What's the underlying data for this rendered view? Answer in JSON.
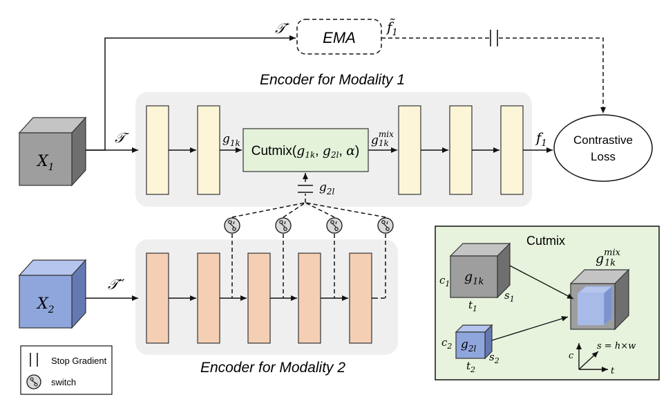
{
  "labels": {
    "ema": "EMA",
    "t_prime": "𝒯′",
    "f1_tilde": "f̃",
    "f1_tilde_sub": "1",
    "encoder1_title": "Encoder for Modality 1",
    "encoder2_title": "Encoder for Modality 2",
    "t_cal": "𝒯",
    "t_double": "𝒯′′",
    "g1k": "g",
    "g1k_sub": "1k",
    "g2l": "g",
    "g2l_sub": "2l",
    "g1k_mix": "g",
    "g1k_mix_sup": "mix",
    "g1k_mix_sub": "1k",
    "cutmix_op": "Cutmix(",
    "cutmix_op_g1": "g",
    "cutmix_op_g1_sub": "1k",
    "cutmix_op_sep1": ", ",
    "cutmix_op_g2": "g",
    "cutmix_op_g2_sub": "2l",
    "cutmix_op_sep2": ", ",
    "cutmix_op_alpha": "α",
    "cutmix_op_close": ")",
    "f1": "f",
    "f1_sub": "1",
    "loss_line1": "Contrastive",
    "loss_line2": "Loss",
    "x1": "X",
    "x1_sub": "1",
    "x2": "X",
    "x2_sub": "2"
  },
  "legend": {
    "stop_gradient": "Stop Gradient",
    "switch": "switch"
  },
  "cutmix_panel": {
    "title": "Cutmix",
    "g1k": "g",
    "g1k_sub": "1k",
    "c1": "c",
    "c1_sub": "1",
    "t1": "t",
    "t1_sub": "1",
    "s1": "s",
    "s1_sub": "1",
    "g2l": "g",
    "g2l_sub": "2l",
    "c2": "c",
    "c2_sub": "2",
    "t2": "t",
    "t2_sub": "2",
    "s2": "s",
    "s2_sub": "2",
    "mix": "g",
    "mix_sup": "mix",
    "mix_sub": "1k",
    "axis_c": "c",
    "axis_t": "t",
    "axis_s": "s = h×w"
  },
  "colors": {
    "encoder_bg": "#efefef",
    "block1": "#fdf5d8",
    "block2": "#f5cfb4",
    "cutmix_box": "#e3f2d9",
    "panel_bg": "#e8f3de",
    "cube_gray": "#9e9e9e",
    "cube_blue": "#8fa6dc"
  }
}
